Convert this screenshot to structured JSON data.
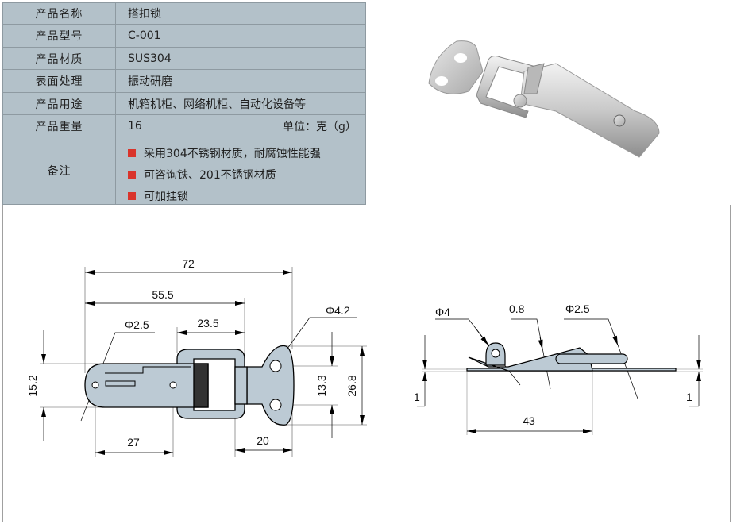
{
  "spec_table": {
    "rows": [
      {
        "label": "产品名称",
        "value": "搭扣锁"
      },
      {
        "label": "产品型号",
        "value": "C-001"
      },
      {
        "label": "产品材质",
        "value": "SUS304"
      },
      {
        "label": "表面处理",
        "value": "振动研磨"
      },
      {
        "label": "产品用途",
        "value": "机箱机柜、网络机柜、自动化设备等"
      },
      {
        "label": "产品重量",
        "value": "16",
        "unit": "单位：克（g）"
      }
    ],
    "notes_label": "备注",
    "notes": [
      "采用304不锈钢材质，耐腐蚀性能强",
      "可咨询铁、201不锈钢材质",
      "可加挂锁"
    ]
  },
  "colors": {
    "table_bg": "#b3c1c9",
    "bullet": "#d9342b",
    "part_fill": "#bccad4"
  },
  "top_view": {
    "dims": {
      "overall_length": "72",
      "length_55": "55.5",
      "loop": "23.5",
      "hole_small": "Φ2.5",
      "hole_large": "Φ4.2",
      "height": "15.2",
      "hole_pitch": "27",
      "plate_width": "20",
      "hole_spacing": "13.3",
      "plate_height": "26.8"
    }
  },
  "side_view": {
    "dims": {
      "pivot": "Φ4",
      "thickness": "0.8",
      "pin": "Φ2.5",
      "base_left": "1",
      "base_right": "1",
      "length": "43"
    }
  }
}
